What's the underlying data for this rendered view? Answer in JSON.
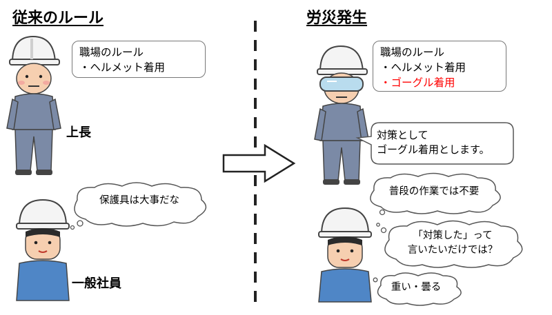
{
  "left": {
    "heading": "従来のルール",
    "rule_box": {
      "line1": "職場のルール",
      "line2": "・ヘルメット着用"
    },
    "boss_label": "上長",
    "worker_label": "一般社員",
    "worker_thought": "保護具は大事だな"
  },
  "right": {
    "heading": "労災発生",
    "rule_box": {
      "line1": "職場のルール",
      "line2": "・ヘルメット着用",
      "line3": "・ゴーグル着用"
    },
    "boss_callout": {
      "line1": "対策として",
      "line2": "ゴーグル着用とします。"
    },
    "worker_thoughts": [
      {
        "line1": "普段の作業では不要"
      },
      {
        "line1": "「対策した」って",
        "line2": "言いたいだけでは？"
      },
      {
        "line1": "重い・曇る"
      }
    ]
  },
  "colors": {
    "uniform": "#7b8aa6",
    "shirt_blue": "#4f86c6",
    "helmet": "#f4f4f4",
    "goggle": "#b9dcee",
    "highlight_red": "#ff0000"
  },
  "icons": [
    "helmet-icon",
    "goggles-icon",
    "arrow-right-icon",
    "thought-cloud-icon"
  ]
}
